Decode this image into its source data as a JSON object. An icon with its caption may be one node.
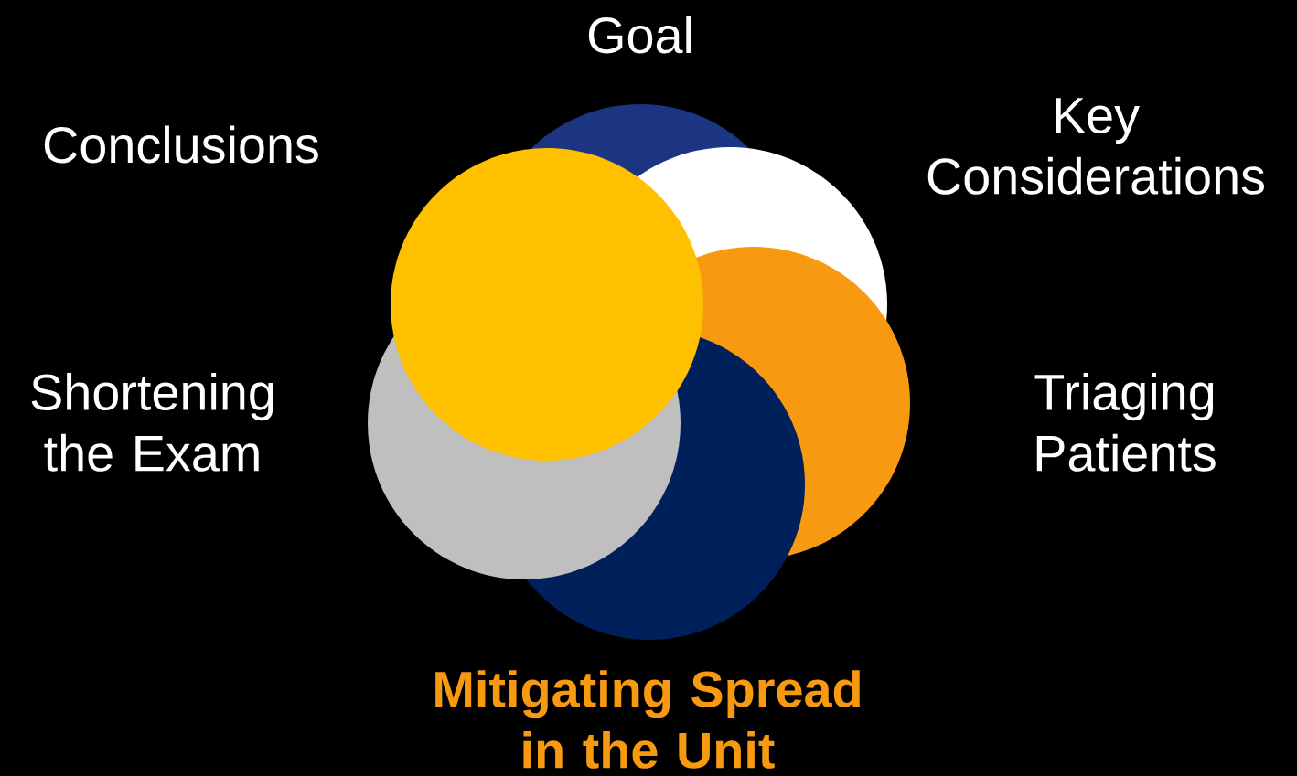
{
  "diagram": {
    "nodes": [
      {
        "text": [
          "Goal"
        ]
      },
      {
        "text": [
          "Key Considerations"
        ]
      },
      {
        "text": [
          "Triaging Patients"
        ]
      },
      {
        "text": [
          "Mitigating Spread in the Unit"
        ]
      },
      {
        "text": [
          "Shortening the Exam"
        ]
      },
      {
        "text": [
          "Conclusions"
        ]
      }
    ]
  }
}
